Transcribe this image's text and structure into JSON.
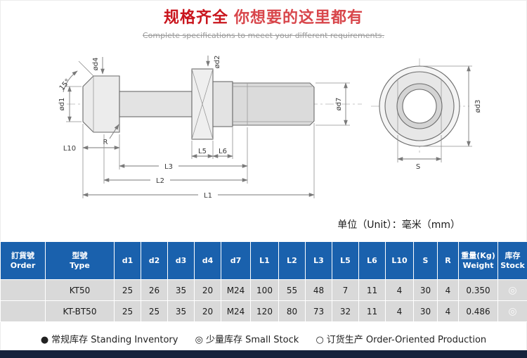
{
  "colors": {
    "title_red": "#c9151d",
    "table_header_blue": "#1a61ad",
    "footer_navy": "#15223c"
  },
  "header": {
    "title_main": "规格齐全",
    "title_tail": "你想要的这里都有",
    "subtitle": "Complete specifications to meeet your different requirements."
  },
  "drawing": {
    "labels": {
      "d1": "ød1",
      "d2": "ød2",
      "d4": "ød4",
      "d7": "ød7",
      "d3": "ød3",
      "angle": "15°",
      "r": "R",
      "l10": "L10",
      "l5": "L5",
      "l6": "L6",
      "l3": "L3",
      "l2": "L2",
      "l1": "L1",
      "s": "S"
    }
  },
  "unit_note": "单位（Unit）：毫米（mm）",
  "table": {
    "columns": [
      {
        "zh": "訂貨號",
        "en": "Order"
      },
      {
        "zh": "型號",
        "en": "Type"
      },
      {
        "label": "d1"
      },
      {
        "label": "d2"
      },
      {
        "label": "d3"
      },
      {
        "label": "d4"
      },
      {
        "label": "d7"
      },
      {
        "label": "L1"
      },
      {
        "label": "L2"
      },
      {
        "label": "L3"
      },
      {
        "label": "L5"
      },
      {
        "label": "L6"
      },
      {
        "label": "L10"
      },
      {
        "label": "S"
      },
      {
        "label": "R"
      },
      {
        "zh": "重量(Kg)",
        "en": "Weight"
      },
      {
        "zh": "库存",
        "en": "Stock"
      }
    ],
    "rows": [
      {
        "order": "",
        "type": "KT50",
        "d1": "25",
        "d2": "26",
        "d3": "35",
        "d4": "20",
        "d7": "M24",
        "L1": "100",
        "L2": "55",
        "L3": "48",
        "L5": "7",
        "L6": "11",
        "L10": "4",
        "S": "30",
        "R": "4",
        "weight": "0.350",
        "stock": "◎"
      },
      {
        "order": "",
        "type": "KT-BT50",
        "d1": "25",
        "d2": "25",
        "d3": "35",
        "d4": "20",
        "d7": "M24",
        "L1": "120",
        "L2": "80",
        "L3": "73",
        "L5": "32",
        "L6": "11",
        "L10": "4",
        "S": "30",
        "R": "4",
        "weight": "0.486",
        "stock": "◎"
      }
    ]
  },
  "legend": {
    "items": [
      {
        "symbol": "●",
        "text": "常规库存 Standing Inventory"
      },
      {
        "symbol": "◎",
        "text": "少量库存 Small Stock"
      },
      {
        "symbol": "○",
        "text": "订货生产 Order-Oriented Production"
      }
    ]
  }
}
